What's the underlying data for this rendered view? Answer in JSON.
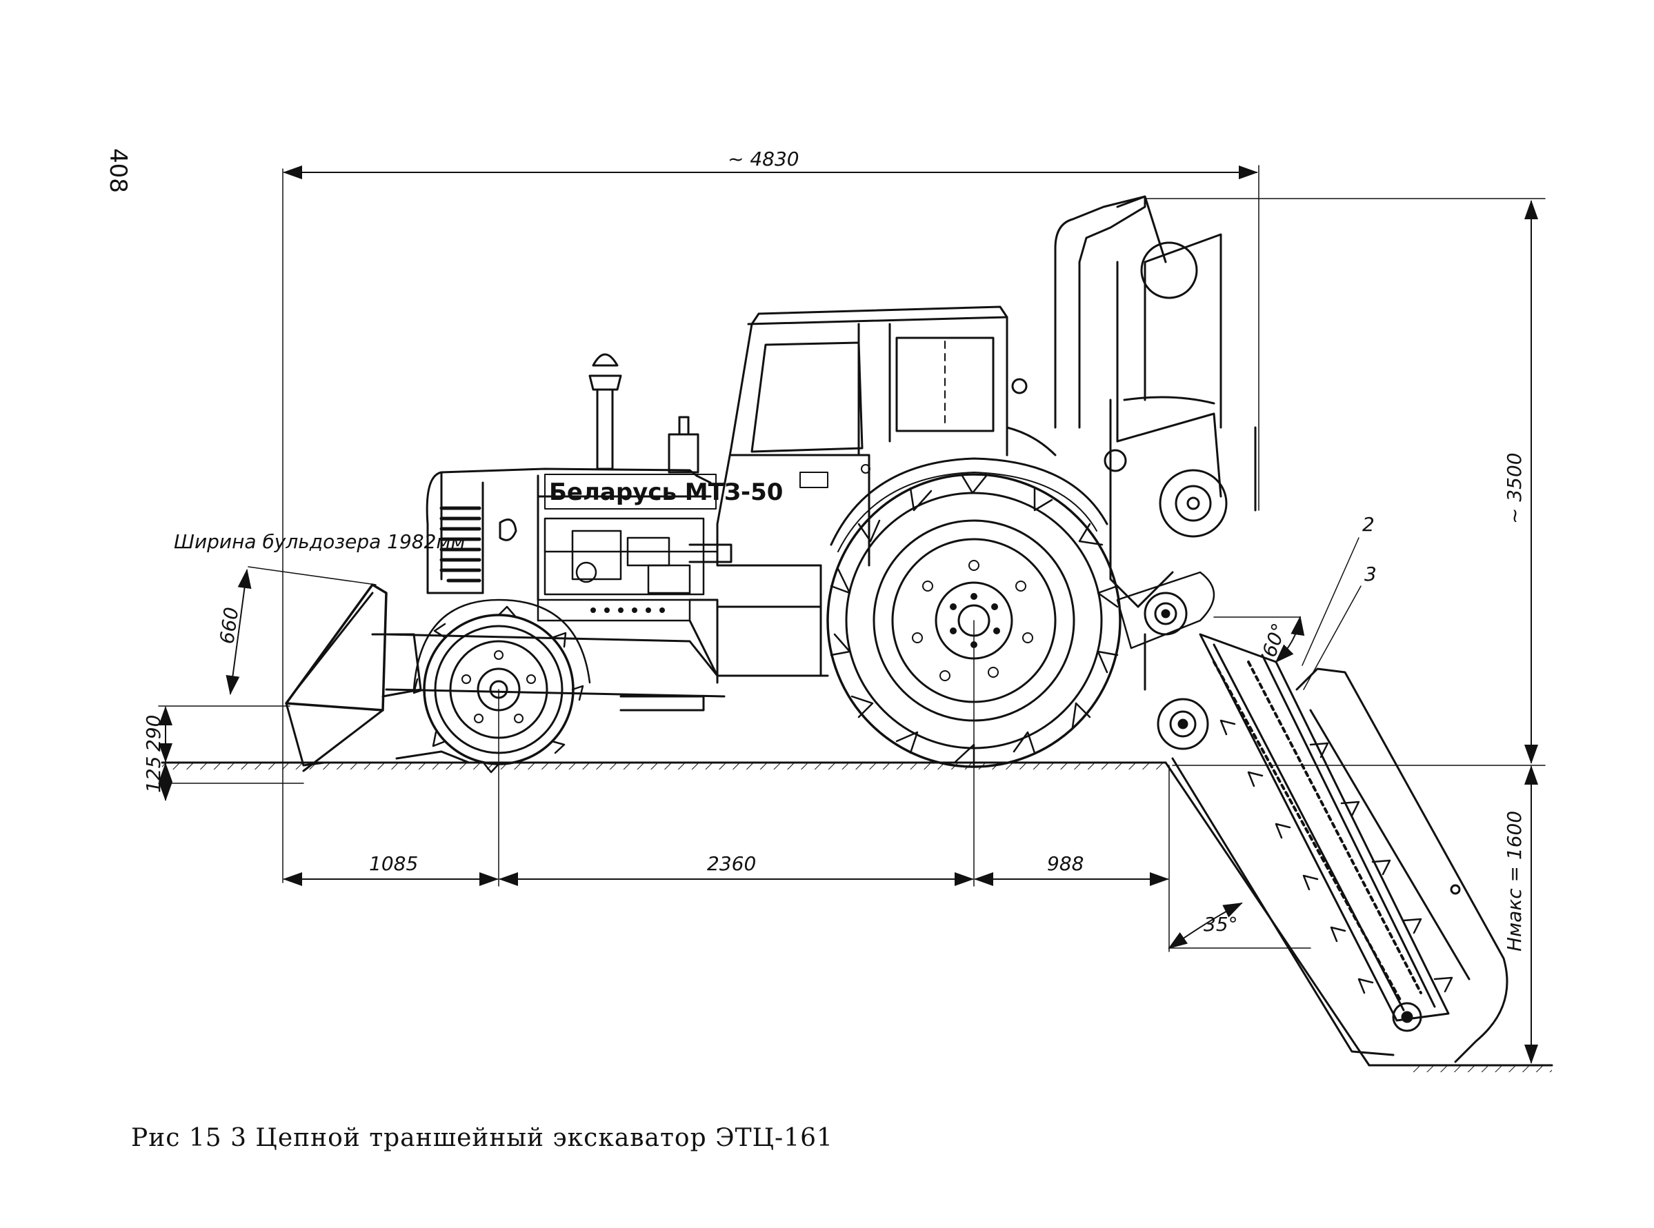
{
  "page_number": "408",
  "caption": "Рис 15 3 Цепной траншейный экскаватор ЭТЦ-161",
  "brand_plate": "Беларусь МТЗ-50",
  "bulldozer_width_note": "Ширина бульдозера 1982мм",
  "dimensions": {
    "overall_length": "~ 4830",
    "overall_height": "~ 3500",
    "max_depth": "Hмакс = 1600",
    "front_overhang": "1085",
    "wheelbase": "2360",
    "rear_overhang": "988",
    "blade_height": "660",
    "blade_lift": "290",
    "blade_drop": "125",
    "trench_angle": "35°",
    "boom_angle": "60°"
  },
  "callouts": [
    "2",
    "3"
  ]
}
